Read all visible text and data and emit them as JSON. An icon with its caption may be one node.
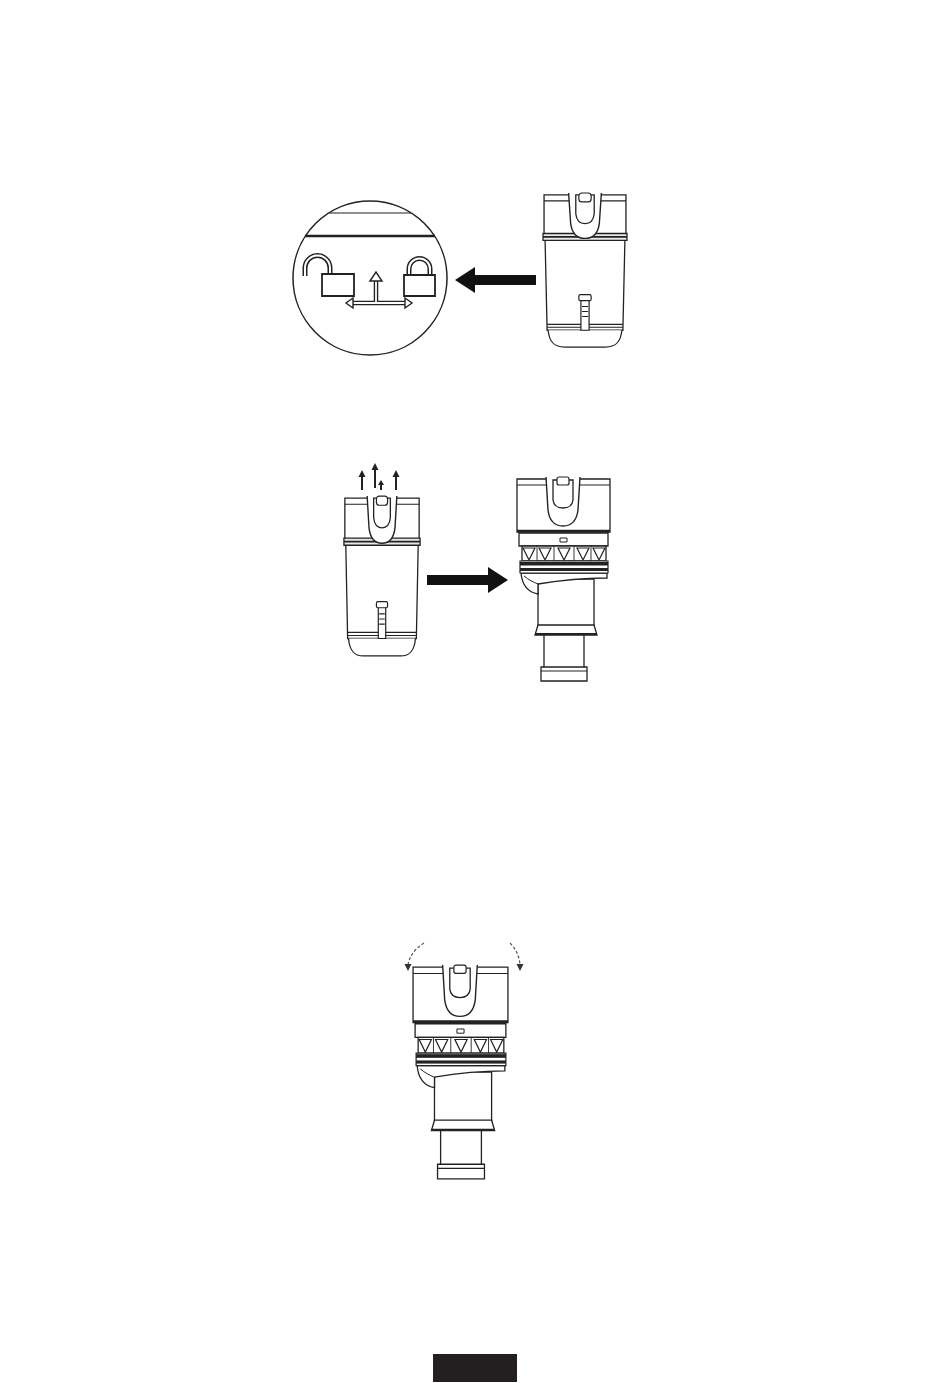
{
  "diagram": {
    "nodes": [
      {
        "text": [],
        "shape": "circle"
      },
      {
        "text": [],
        "shape": "picture"
      },
      {
        "text": [],
        "shape": "picture"
      },
      {
        "text": [],
        "shape": "picture"
      },
      {
        "text": [],
        "shape": "picture"
      }
    ],
    "edges": [
      {
        "from": 1,
        "to": 0,
        "arrow": "to"
      },
      {
        "from": 2,
        "to": 3,
        "arrow": "to"
      }
    ]
  }
}
